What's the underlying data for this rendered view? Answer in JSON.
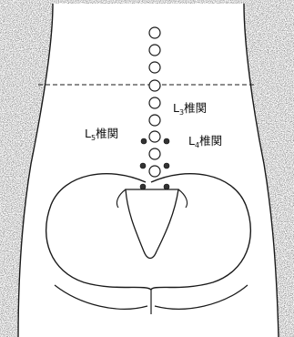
{
  "labels": {
    "l3": {
      "letter": "L",
      "sub": "3",
      "text": "椎関"
    },
    "l4": {
      "letter": "L",
      "sub": "4",
      "text": "椎関"
    },
    "l5": {
      "letter": "L",
      "sub": "5",
      "text": "椎関"
    }
  },
  "colors": {
    "background_texture": "#9a9a9a",
    "body_fill": "#ffffff",
    "outline": "#1a1a1a",
    "vertebra_dot_fill": "#ffffff",
    "point_dot_fill": "#333333"
  }
}
